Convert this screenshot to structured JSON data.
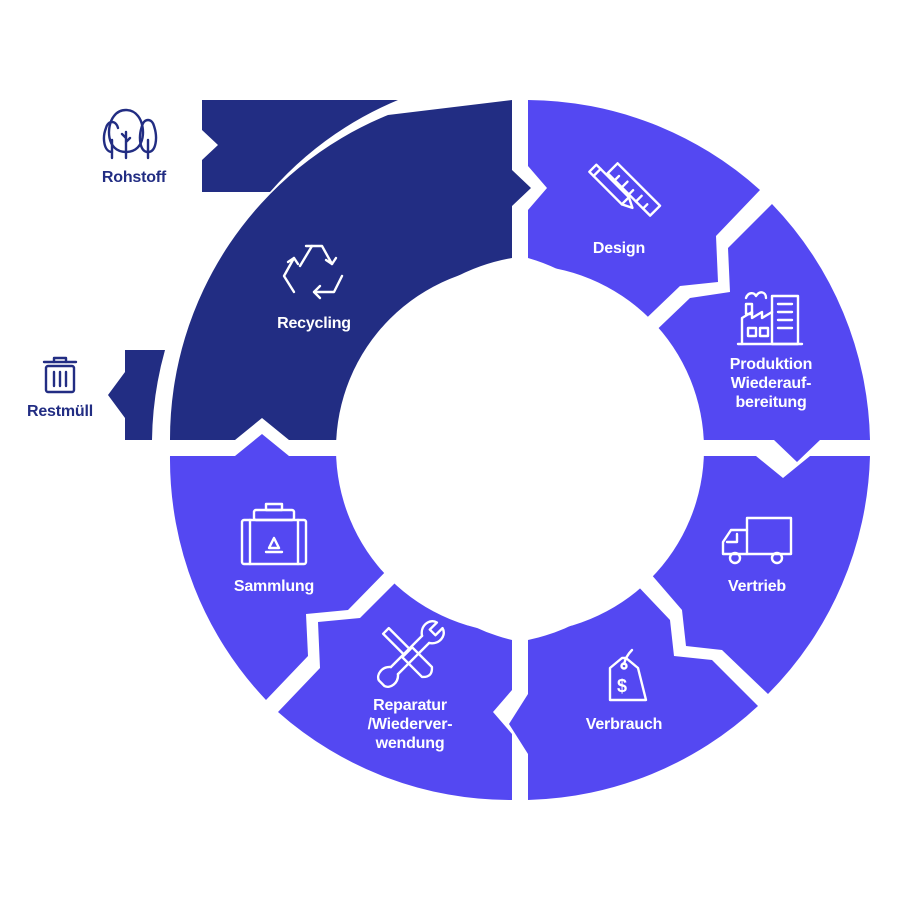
{
  "colors": {
    "primary": "#5448f2",
    "dark": "#222d83",
    "white": "#ffffff"
  },
  "segments": [
    {
      "id": "design",
      "label_lines": [
        "Design"
      ],
      "icon": "pencil-ruler-icon"
    },
    {
      "id": "produktion",
      "label_lines": [
        "Produktion",
        "Wiederauf-",
        "bereitung"
      ],
      "icon": "factory-icon"
    },
    {
      "id": "vertrieb",
      "label_lines": [
        "Vertrieb"
      ],
      "icon": "truck-icon"
    },
    {
      "id": "verbrauch",
      "label_lines": [
        "Verbrauch"
      ],
      "icon": "price-tag-icon"
    },
    {
      "id": "reparatur",
      "label_lines": [
        "Reparatur",
        "/Wiederver-",
        "wendung"
      ],
      "icon": "tools-icon"
    },
    {
      "id": "sammlung",
      "label_lines": [
        "Sammlung"
      ],
      "icon": "recycle-bin-icon"
    },
    {
      "id": "recycling",
      "label_lines": [
        "Recycling"
      ],
      "icon": "recycle-icon"
    }
  ],
  "external": {
    "rohstoff": {
      "label": "Rohstoff",
      "icon": "trees-icon"
    },
    "restmuell": {
      "label": "Restmüll",
      "icon": "trash-can-icon"
    }
  }
}
